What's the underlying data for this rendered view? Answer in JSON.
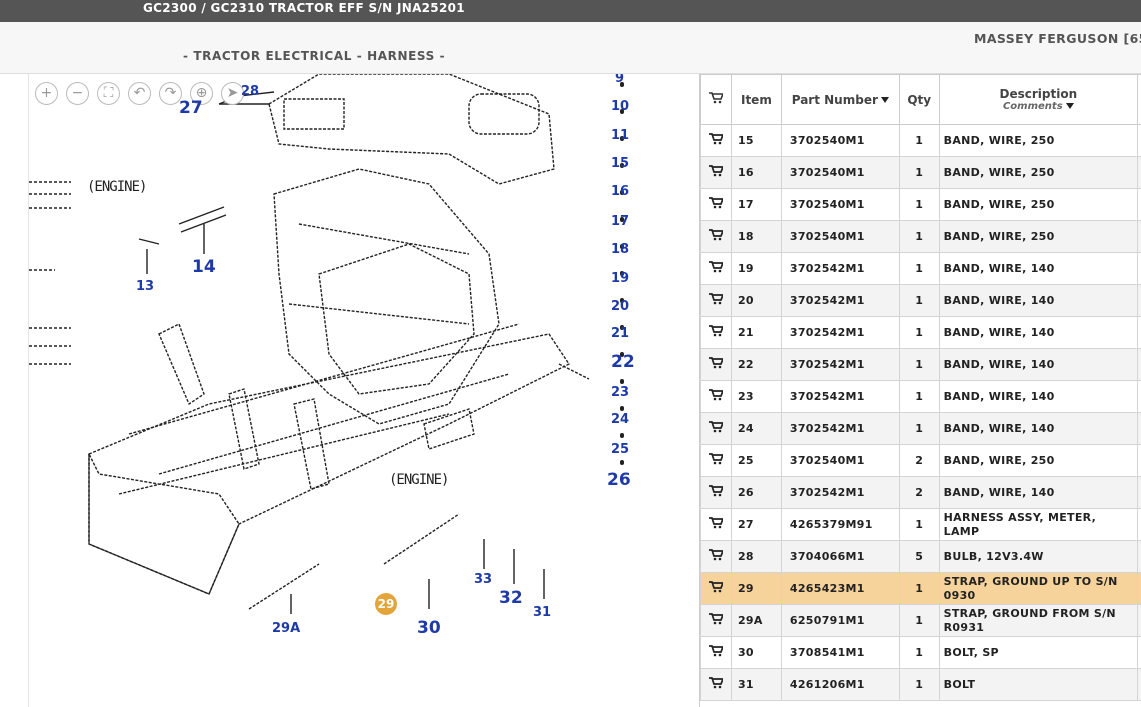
{
  "header": {
    "title": "GC2300 / GC2310 TRACTOR EFF S/N JNA25201",
    "section": "- TRACTOR ELECTRICAL - HARNESS -",
    "brand": "MASSEY FERGUSON [65"
  },
  "toolbar": [
    {
      "name": "zoom-in-icon",
      "glyph": "+"
    },
    {
      "name": "zoom-out-icon",
      "glyph": "−"
    },
    {
      "name": "fit-screen-icon",
      "glyph": "⛶"
    },
    {
      "name": "rotate-left-icon",
      "glyph": "↶"
    },
    {
      "name": "rotate-right-icon",
      "glyph": "↷"
    },
    {
      "name": "target-icon",
      "glyph": "⊕"
    },
    {
      "name": "pointer-icon",
      "glyph": "➤"
    }
  ],
  "diagram": {
    "engine_label": "(ENGINE)",
    "engine_label_2": "(ENGINE)",
    "callouts": {
      "c9": "9",
      "c10": "10",
      "c11": "11",
      "c15": "15",
      "c16": "16",
      "c17": "17",
      "c18": "18",
      "c19": "19",
      "c20": "20",
      "c21": "21",
      "c22": "22",
      "c23": "23",
      "c24": "24",
      "c25": "25",
      "c26": "26",
      "c27": "27",
      "c28": "28",
      "c13": "13",
      "c14": "14",
      "c29": "29",
      "c29a": "29A",
      "c30": "30",
      "c31": "31",
      "c32": "32",
      "c33": "33"
    }
  },
  "table": {
    "columns": {
      "cart": "",
      "item": "Item",
      "part_number": "Part Number",
      "qty": "Qty",
      "description": "Description",
      "comments": "Comments"
    },
    "rows": [
      {
        "item": "15",
        "part": "3702540M1",
        "qty": "1",
        "desc": "BAND, WIRE, 250"
      },
      {
        "item": "16",
        "part": "3702540M1",
        "qty": "1",
        "desc": "BAND, WIRE, 250"
      },
      {
        "item": "17",
        "part": "3702540M1",
        "qty": "1",
        "desc": "BAND, WIRE, 250"
      },
      {
        "item": "18",
        "part": "3702540M1",
        "qty": "1",
        "desc": "BAND, WIRE, 250"
      },
      {
        "item": "19",
        "part": "3702542M1",
        "qty": "1",
        "desc": "BAND, WIRE, 140"
      },
      {
        "item": "20",
        "part": "3702542M1",
        "qty": "1",
        "desc": "BAND, WIRE, 140"
      },
      {
        "item": "21",
        "part": "3702542M1",
        "qty": "1",
        "desc": "BAND, WIRE, 140"
      },
      {
        "item": "22",
        "part": "3702542M1",
        "qty": "1",
        "desc": "BAND, WIRE, 140"
      },
      {
        "item": "23",
        "part": "3702542M1",
        "qty": "1",
        "desc": "BAND, WIRE, 140"
      },
      {
        "item": "24",
        "part": "3702542M1",
        "qty": "1",
        "desc": "BAND, WIRE, 140"
      },
      {
        "item": "25",
        "part": "3702540M1",
        "qty": "2",
        "desc": "BAND, WIRE, 250"
      },
      {
        "item": "26",
        "part": "3702542M1",
        "qty": "2",
        "desc": "BAND, WIRE, 140"
      },
      {
        "item": "27",
        "part": "4265379M91",
        "qty": "1",
        "desc": "HARNESS ASSY, METER, LAMP"
      },
      {
        "item": "28",
        "part": "3704066M1",
        "qty": "5",
        "desc": "BULB, 12V3.4W"
      },
      {
        "item": "29",
        "part": "4265423M1",
        "qty": "1",
        "desc": "STRAP, GROUND UP TO S/N 0930",
        "selected": true
      },
      {
        "item": "29A",
        "part": "6250791M1",
        "qty": "1",
        "desc": "STRAP, GROUND FROM S/N R0931"
      },
      {
        "item": "30",
        "part": "3708541M1",
        "qty": "1",
        "desc": "BOLT, SP"
      },
      {
        "item": "31",
        "part": "4261206M1",
        "qty": "1",
        "desc": "BOLT"
      }
    ]
  },
  "colors": {
    "topbar": "#555555",
    "callout": "#1e3aa8",
    "highlight": "#e3a53a",
    "selected_row": "#f6d39a"
  }
}
